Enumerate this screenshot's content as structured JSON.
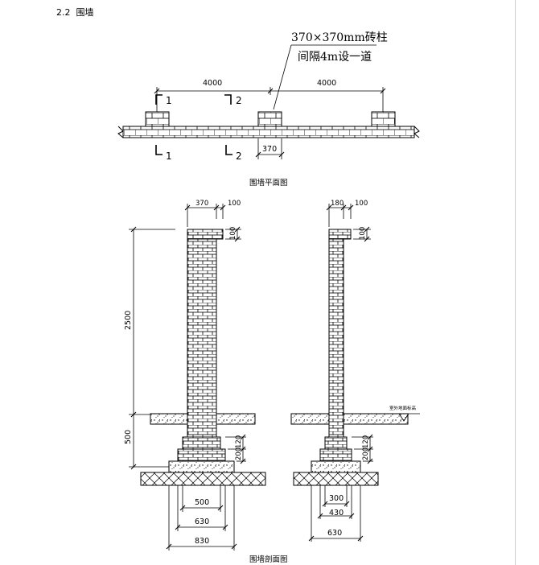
{
  "section": {
    "number": "2.2",
    "title": "围墙"
  },
  "captions": {
    "plan": "围墙平面图",
    "section": "围墙剖面图"
  },
  "plan": {
    "note_line1": "370×370mm砖柱",
    "note_line2": "间隔4m设一道",
    "span_left": "4000",
    "span_right": "4000",
    "pier_width": "370",
    "cut_labels": [
      "1",
      "2",
      "1",
      "2"
    ]
  },
  "section1": {
    "top_dims": [
      "370",
      "100"
    ],
    "coping_height": "100",
    "wall_height": "2500",
    "below_grade_height": "500",
    "step_heights": [
      "120",
      "200"
    ],
    "base_widths": [
      "500",
      "630",
      "830"
    ]
  },
  "section2": {
    "top_dims": [
      "180",
      "100"
    ],
    "coping_height": "100",
    "step_heights": [
      "120",
      "200"
    ],
    "base_widths": [
      "300",
      "430",
      "630"
    ],
    "ground_label": "室外地面标高"
  }
}
